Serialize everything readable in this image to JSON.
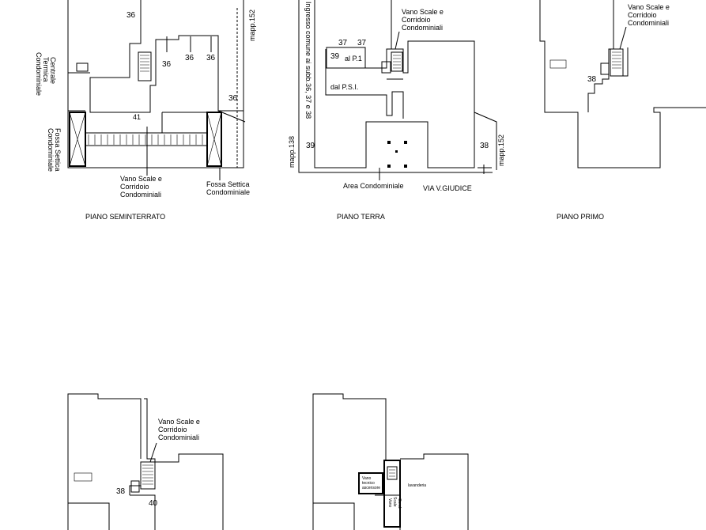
{
  "plans": {
    "seminterrato": {
      "caption": "PIANO SEMINTERRATO",
      "labels": {
        "n36a": "36",
        "n36b": "36",
        "n36c": "36",
        "n36d": "36",
        "n36e": "36",
        "n41": "41",
        "mapp": "mapp.152",
        "centrale_1": "Centrale",
        "centrale_2": "Termica",
        "centrale_3": "Condominiale",
        "fossa_left_1": "Fossa Settica",
        "fossa_left_2": "Condominiale",
        "vano_1": "Vano Scale e",
        "vano_2": "Corridoio",
        "vano_3": "Condominiali",
        "fossa_right_1": "Fossa Settica",
        "fossa_right_2": "Condominiale"
      }
    },
    "terra": {
      "caption": "PIANO TERRA",
      "labels": {
        "n37a": "37",
        "n37b": "37",
        "n39a": "39",
        "p1": "al P.1",
        "psi": "dal P.S.I.",
        "n39b": "39",
        "n38": "38",
        "ingresso": "Ingresso comune ai subb.36, 37 e 38",
        "mapp138": "mapp.138",
        "mapp152": "mapp.152",
        "vano_1": "Vano Scale e",
        "vano_2": "Corridoio",
        "vano_3": "Condominiali",
        "area": "Area Condominiale",
        "via": "VIA V.GIUDICE"
      }
    },
    "primo": {
      "caption": "PIANO PRIMO",
      "labels": {
        "vano_1": "Vano Scale e",
        "vano_2": "Corridoio",
        "vano_3": "Condominiali",
        "n38": "38"
      }
    },
    "secondo": {
      "labels": {
        "vano_1": "Vano Scale e",
        "vano_2": "Corridoio",
        "vano_3": "Condominiali",
        "n38": "38",
        "n40": "40"
      }
    },
    "terzo": {
      "labels": {
        "small_1": "Vano",
        "small_2": "tecnico",
        "small_3": "ascensore",
        "stair_1": "Vano",
        "stair_2": "Scale",
        "stair_3": "Cond.",
        "room": "lavanderia"
      }
    }
  }
}
